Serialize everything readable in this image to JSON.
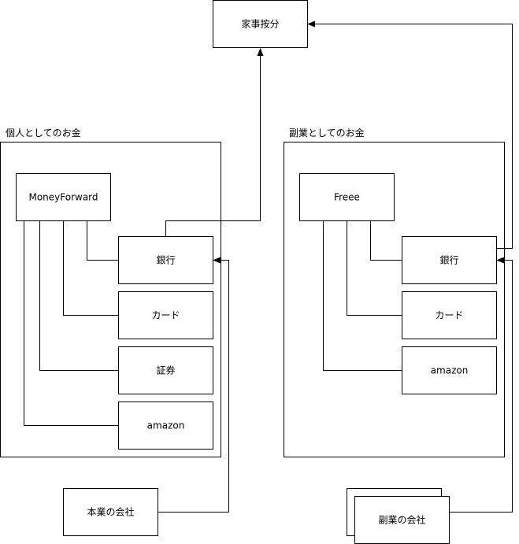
{
  "diagram": {
    "top": {
      "kaji_anbun": "家事按分"
    },
    "personal": {
      "title": "個人としてのお金",
      "hub": "MoneyForward",
      "bank": "銀行",
      "card": "カード",
      "securities": "証券",
      "amazon": "amazon"
    },
    "business": {
      "title": "副業としてのお金",
      "hub": "Freee",
      "bank": "銀行",
      "card": "カード",
      "amazon": "amazon"
    },
    "main_company": "本業の会社",
    "side_company": "副業の会社"
  }
}
